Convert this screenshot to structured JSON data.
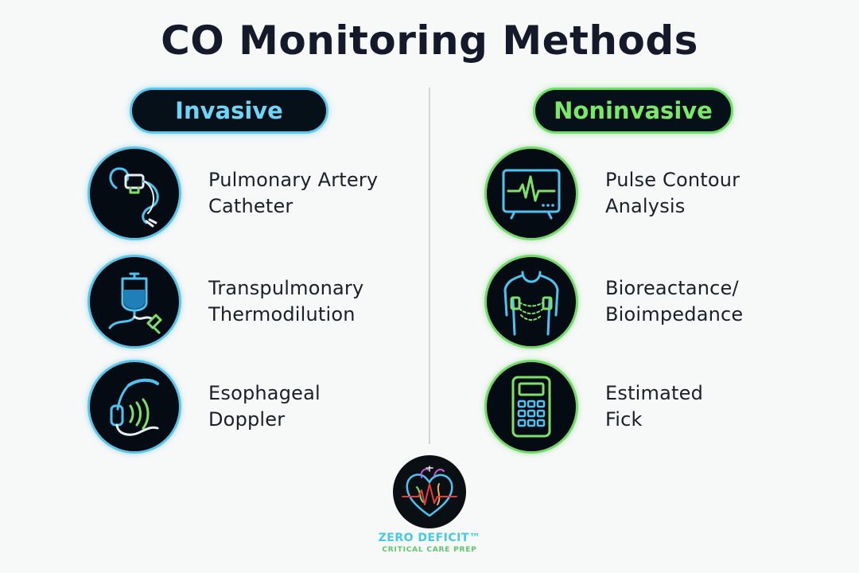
{
  "title": "CO Monitoring Methods",
  "colors": {
    "invasive_accent": "#5ec4e6",
    "noninvasive_accent": "#74d86c",
    "icon_background": "#050b12"
  },
  "invasive": {
    "header": "Invasive",
    "items": [
      {
        "label": "Pulmonary Artery\nCatheter",
        "icon": "catheter-icon"
      },
      {
        "label": "Transpulmonary\nThermodilution",
        "icon": "iv-bag-icon"
      },
      {
        "label": "Esophageal\nDoppler",
        "icon": "doppler-probe-icon"
      }
    ]
  },
  "noninvasive": {
    "header": "Noninvasive",
    "items": [
      {
        "label": "Pulse Contour\nAnalysis",
        "icon": "monitor-waveform-icon"
      },
      {
        "label": "Bioreactance/\nBioimpedance",
        "icon": "torso-electrodes-icon"
      },
      {
        "label": "Estimated\nFick",
        "icon": "calculator-icon"
      }
    ]
  },
  "branding": {
    "name": "ZERO DEFICIT™",
    "tagline": "CRITICAL CARE PREP",
    "logo_icon": "heart-logo-icon"
  }
}
